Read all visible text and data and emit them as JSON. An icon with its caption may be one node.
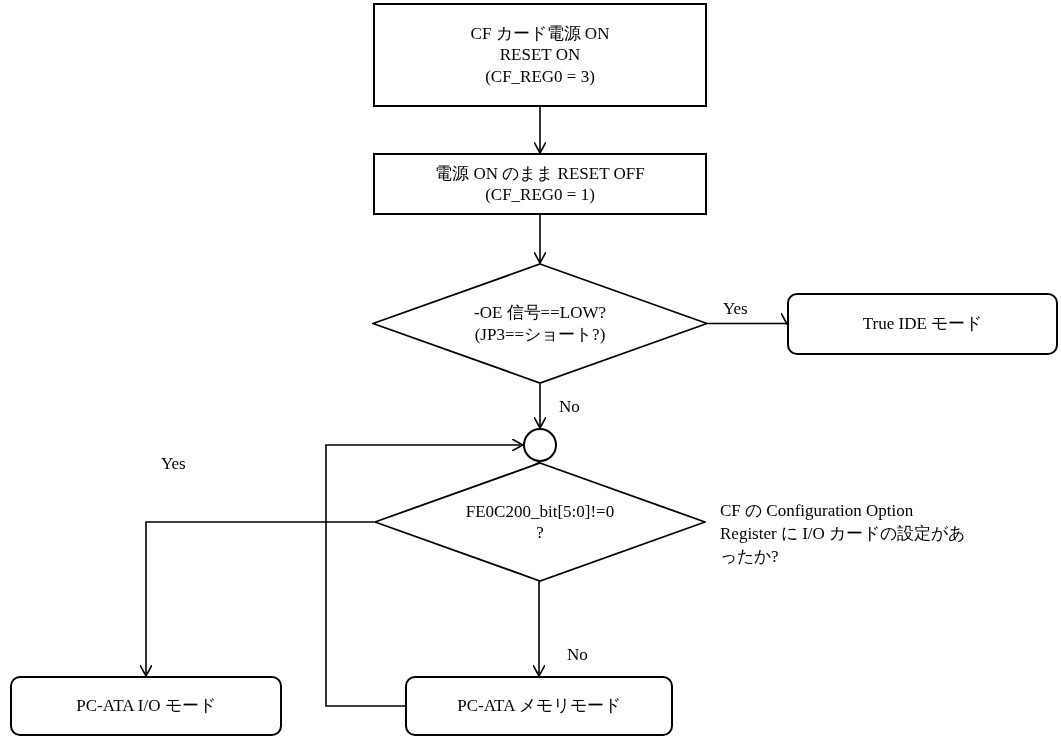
{
  "diagram": {
    "nodes": [
      {
        "text": [
          "CF カード電源 ON",
          "RESET ON",
          "(CF_REG0 = 3)"
        ]
      },
      {
        "text": [
          "電源 ON のまま RESET OFF",
          "(CF_REG0 = 1)"
        ]
      },
      {
        "text": [
          "-OE 信号==LOW?",
          "(JP3==ショート?)"
        ]
      },
      {
        "text": [
          "True IDE モード"
        ]
      },
      {
        "text": [],
        "shape": "circle"
      },
      {
        "text": [
          "FE0C200_bit[5:0]!=0",
          "?"
        ],
        "beside": [
          "CF の Configuration Option Register に I/O カードの設定があったか?"
        ]
      },
      {
        "text": [
          "PC-ATA I/O モード"
        ]
      },
      {
        "text": [
          "PC-ATA メモリモード"
        ]
      }
    ],
    "edges": [
      {
        "from": 0,
        "to": 1,
        "arrow": "to"
      },
      {
        "from": 1,
        "to": 2,
        "arrow": "to"
      },
      {
        "from": 2,
        "to": 3,
        "arrow": "to",
        "label": "Yes"
      },
      {
        "from": 2,
        "to": 4,
        "arrow": "to",
        "label": "No"
      },
      {
        "from": 4,
        "to": 5,
        "arrow": "to"
      },
      {
        "from": 5,
        "to": 6,
        "arrow": "to",
        "label": "Yes"
      },
      {
        "from": 5,
        "to": 7,
        "arrow": "to",
        "label": "No"
      },
      {
        "from": 7,
        "to": 4,
        "arrow": "to"
      }
    ]
  }
}
